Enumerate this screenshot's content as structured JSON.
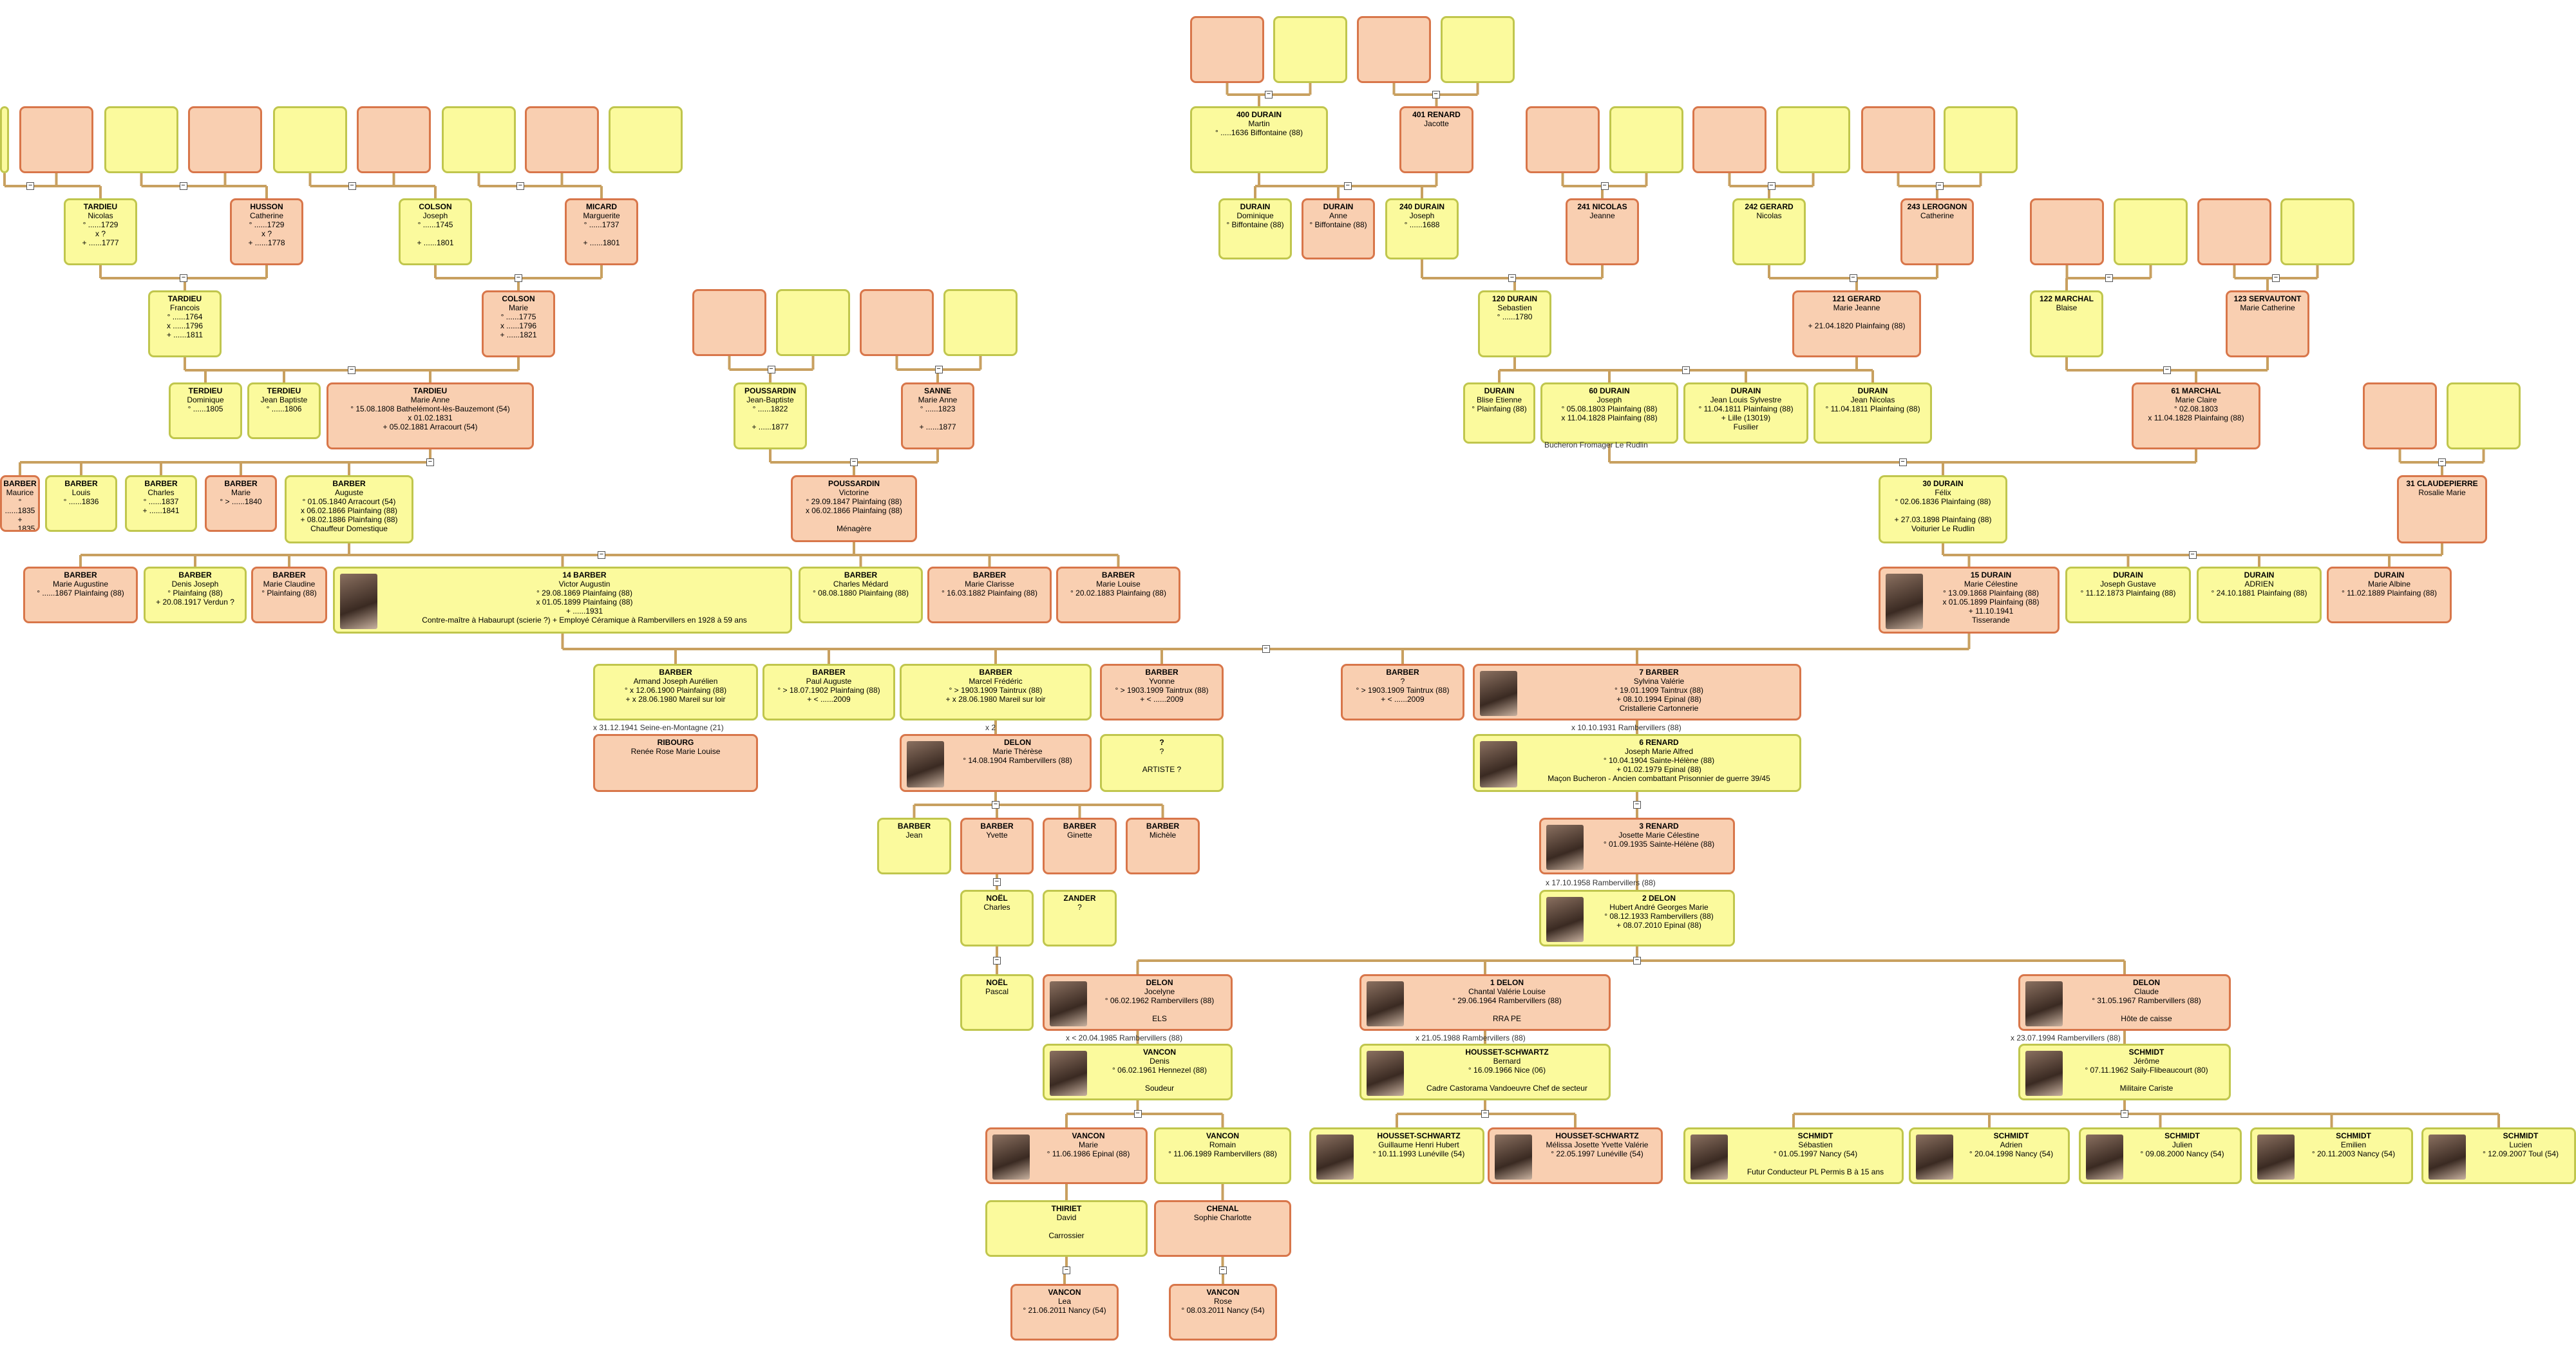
{
  "colors": {
    "male_fill": "#fbfa9d",
    "male_border": "#c0c64d",
    "female_fill": "#f9cfb1",
    "female_border": "#d8764a",
    "link": "#c8a060"
  },
  "toggle_glyph": "−",
  "people": [
    {
      "id": "e1",
      "s": "m",
      "l": [
        "",
        ""
      ]
    },
    {
      "id": "e2",
      "s": "f",
      "l": []
    },
    {
      "id": "e3",
      "s": "m",
      "l": []
    },
    {
      "id": "e4",
      "s": "f",
      "l": []
    },
    {
      "id": "e5",
      "s": "m",
      "l": []
    },
    {
      "id": "e6",
      "s": "f",
      "l": []
    },
    {
      "id": "e7",
      "s": "m",
      "l": []
    },
    {
      "id": "e8",
      "s": "f",
      "l": []
    },
    {
      "id": "e9",
      "s": "m",
      "l": []
    },
    {
      "id": "e10",
      "s": "f",
      "l": []
    },
    {
      "id": "e11",
      "s": "m",
      "l": []
    },
    {
      "id": "e12",
      "s": "f",
      "l": []
    },
    {
      "id": "e13",
      "s": "m",
      "l": []
    },
    {
      "id": "e14",
      "s": "f",
      "l": []
    },
    {
      "id": "e15",
      "s": "m",
      "l": []
    },
    {
      "id": "e16",
      "s": "f",
      "l": []
    },
    {
      "id": "e17",
      "s": "m",
      "l": []
    },
    {
      "id": "e18",
      "s": "f",
      "l": []
    },
    {
      "id": "e19",
      "s": "m",
      "l": []
    },
    {
      "id": "e20",
      "s": "f",
      "l": []
    },
    {
      "id": "e21",
      "s": "m",
      "l": []
    },
    {
      "id": "e22",
      "s": "f",
      "l": []
    },
    {
      "id": "e23",
      "s": "m",
      "l": []
    },
    {
      "id": "e24",
      "s": "f",
      "l": []
    },
    {
      "id": "e25",
      "s": "m",
      "l": []
    },
    {
      "id": "e26",
      "s": "f",
      "l": []
    },
    {
      "id": "e27",
      "s": "m",
      "l": []
    },
    {
      "id": "e28",
      "s": "f",
      "l": []
    },
    {
      "id": "e29",
      "s": "m",
      "l": []
    },
    {
      "id": "e30",
      "s": "f",
      "l": []
    },
    {
      "id": "p480",
      "s": "m",
      "l": [
        "400 DURAIN",
        "Martin",
        "° .....1636 Biffontaine (88)"
      ]
    },
    {
      "id": "p481",
      "s": "f",
      "l": [
        "401 RENARD",
        "Jacotte"
      ]
    },
    {
      "id": "tardieu_n",
      "s": "m",
      "l": [
        "TARDIEU",
        "Nicolas",
        "° ......1729",
        "x ?",
        "+ ......1777"
      ]
    },
    {
      "id": "husson_c",
      "s": "f",
      "l": [
        "HUSSON",
        "Catherine",
        "° ......1729",
        "x ?",
        "+ ......1778"
      ]
    },
    {
      "id": "colson_j",
      "s": "m",
      "l": [
        "COLSON",
        "Joseph",
        "° ......1745",
        "",
        "+ ......1801"
      ]
    },
    {
      "id": "micard_m",
      "s": "f",
      "l": [
        "MICARD",
        "Marguerite",
        "° ......1737",
        "",
        "+ ......1801"
      ]
    },
    {
      "id": "durain_d",
      "s": "m",
      "l": [
        "DURAIN",
        "Dominique",
        "° Biffontaine (88)"
      ]
    },
    {
      "id": "durain_a",
      "s": "f",
      "l": [
        "DURAIN",
        "Anne",
        "° Biffontaine (88)"
      ]
    },
    {
      "id": "p240",
      "s": "m",
      "l": [
        "240 DURAIN",
        "Joseph",
        "° ......1688"
      ]
    },
    {
      "id": "p241",
      "s": "f",
      "l": [
        "241 NICOLAS",
        "Jeanne"
      ]
    },
    {
      "id": "p242",
      "s": "m",
      "l": [
        "242 GERARD",
        "Nicolas"
      ]
    },
    {
      "id": "p243",
      "s": "f",
      "l": [
        "243 LEROGNON",
        "Catherine"
      ]
    },
    {
      "id": "tardieu_f",
      "s": "m",
      "l": [
        "TARDIEU",
        "Francois",
        "° ......1764",
        "x ......1796",
        "+ ......1811"
      ]
    },
    {
      "id": "colson_m",
      "s": "f",
      "l": [
        "COLSON",
        "Marie",
        "° ......1775",
        "x ......1796",
        "+ ......1821"
      ]
    },
    {
      "id": "p120",
      "s": "m",
      "l": [
        "120 DURAIN",
        "Sebastien",
        "° ......1780"
      ]
    },
    {
      "id": "p121",
      "s": "f",
      "l": [
        "121 GERARD",
        "Marie Jeanne",
        "",
        "+ 21.04.1820 Plainfaing (88)"
      ]
    },
    {
      "id": "p122",
      "s": "m",
      "l": [
        "122 MARCHAL",
        "Blaise"
      ]
    },
    {
      "id": "p123",
      "s": "f",
      "l": [
        "123 SERVAUTONT",
        "Marie Catherine"
      ]
    },
    {
      "id": "tardieu_d",
      "s": "m",
      "l": [
        "TERDIEU",
        "Dominique",
        "° ......1805"
      ]
    },
    {
      "id": "tardieu_jb",
      "s": "m",
      "l": [
        "TERDIEU",
        "Jean Baptiste",
        "° ......1806"
      ]
    },
    {
      "id": "tardieu_ma",
      "s": "f",
      "l": [
        "TARDIEU",
        "Marie Anne",
        "° 15.08.1808 Bathelémont-lès-Bauzemont (54)",
        "x 01.02.1831",
        "+ 05.02.1881 Arracourt (54)"
      ]
    },
    {
      "id": "pouss_jb",
      "s": "m",
      "l": [
        "POUSSARDIN",
        "Jean-Baptiste",
        "° ......1822",
        "",
        "+ ......1877"
      ]
    },
    {
      "id": "sanne_ma",
      "s": "f",
      "l": [
        "SANNE",
        "Marie Anne",
        "° ......1823",
        "",
        "+ ......1877"
      ]
    },
    {
      "id": "durain_be",
      "s": "m",
      "l": [
        "DURAIN",
        "Blise Etienne",
        "° Plainfaing (88)"
      ]
    },
    {
      "id": "p60",
      "s": "m",
      "l": [
        "60 DURAIN",
        "Joseph",
        "° 05.08.1803 Plainfaing (88)",
        "x 11.04.1828 Plainfaing (88)"
      ]
    },
    {
      "id": "durain_jls",
      "s": "m",
      "l": [
        "DURAIN",
        "Jean Louis Sylvestre",
        "° 11.04.1811 Plainfaing (88)",
        "+ Lille (13019)",
        "Fusilier"
      ]
    },
    {
      "id": "durain_jn",
      "s": "m",
      "l": [
        "DURAIN",
        "Jean Nicolas",
        "° 11.04.1811 Plainfaing (88)"
      ]
    },
    {
      "id": "p61",
      "s": "f",
      "l": [
        "61 MARCHAL",
        "Marie Claire",
        "° 02.08.1803",
        "x 11.04.1828 Plainfaing (88)"
      ]
    },
    {
      "id": "barber_mau",
      "s": "f",
      "l": [
        "BARBER",
        "Maurice",
        "° ......1835",
        "+ ......1835"
      ]
    },
    {
      "id": "barber_louis",
      "s": "m",
      "l": [
        "BARBER",
        "Louis",
        "° ......1836"
      ]
    },
    {
      "id": "barber_ch",
      "s": "m",
      "l": [
        "BARBER",
        "Charles",
        "° ......1837",
        "+ ......1841"
      ]
    },
    {
      "id": "barber_marie",
      "s": "f",
      "l": [
        "BARBER",
        "Marie",
        "° > ......1840"
      ]
    },
    {
      "id": "barber_aug",
      "s": "m",
      "l": [
        "BARBER",
        "Auguste",
        "° 01.05.1840 Arracourt (54)",
        "x 06.02.1866 Plainfaing (88)",
        "+ 08.02.1886 Plainfaing (88)",
        "Chauffeur Domestique"
      ]
    },
    {
      "id": "pouss_v",
      "s": "f",
      "l": [
        "POUSSARDIN",
        "Victorine",
        "° 29.09.1847 Plainfaing (88)",
        "x 06.02.1866 Plainfaing (88)",
        "",
        "Ménagère"
      ]
    },
    {
      "id": "p30",
      "s": "m",
      "l": [
        "30 DURAIN",
        "Félix",
        "° 02.06.1836 Plainfaing (88)",
        "",
        "+ 27.03.1898 Plainfaing (88)",
        "Voiturier Le Rudlin"
      ]
    },
    {
      "id": "p31",
      "s": "f",
      "l": [
        "31 CLAUDEPIERRE",
        "Rosalie Marie"
      ]
    },
    {
      "id": "barber_maug",
      "s": "f",
      "l": [
        "BARBER",
        "Marie Augustine",
        "° ......1867 Plainfaing (88)"
      ]
    },
    {
      "id": "barber_dj",
      "s": "m",
      "l": [
        "BARBER",
        "Denis Joseph",
        "° Plainfaing (88)",
        "+ 20.08.1917 Verdun ?"
      ]
    },
    {
      "id": "barber_mcl",
      "s": "f",
      "l": [
        "BARBER",
        "Marie Claudine",
        "° Plainfaing (88)"
      ]
    },
    {
      "id": "p14",
      "s": "m",
      "photo": true,
      "l": [
        "14 BARBER",
        "Victor Augustin",
        "° 29.08.1869 Plainfaing (88)",
        "x 01.05.1899 Plainfaing (88)",
        "+ ......1931",
        "Contre-maître à Habaurupt (scierie ?) + Employé Céramique à Rambervillers en 1928 à 59 ans"
      ]
    },
    {
      "id": "barber_chm",
      "s": "m",
      "l": [
        "BARBER",
        "Charles Médard",
        "° 08.08.1880 Plainfaing (88)"
      ]
    },
    {
      "id": "barber_mclar",
      "s": "f",
      "l": [
        "BARBER",
        "Marie Clarisse",
        "° 16.03.1882 Plainfaing (88)"
      ]
    },
    {
      "id": "barber_ml",
      "s": "f",
      "l": [
        "BARBER",
        "Marie Louise",
        "° 20.02.1883 Plainfaing (88)"
      ]
    },
    {
      "id": "p15",
      "s": "f",
      "photo": true,
      "l": [
        "15 DURAIN",
        "Marie Célestine",
        "° 13.09.1868 Plainfaing (88)",
        "x 01.05.1899 Plainfaing (88)",
        "+ 11.10.1941",
        "Tisserande"
      ]
    },
    {
      "id": "durain_jg",
      "s": "m",
      "l": [
        "DURAIN",
        "Joseph Gustave",
        "° 11.12.1873 Plainfaing (88)"
      ]
    },
    {
      "id": "durain_adr",
      "s": "m",
      "l": [
        "DURAIN",
        "ADRIEN",
        "° 24.10.1881 Plainfaing (88)"
      ]
    },
    {
      "id": "durain_mal",
      "s": "f",
      "l": [
        "DURAIN",
        "Marie Albine",
        "° 11.02.1889 Plainfaing (88)"
      ]
    },
    {
      "id": "barber_aja",
      "s": "m",
      "l": [
        "BARBER",
        "Armand Joseph Aurélien",
        "° x 12.06.1900 Plainfaing (88)",
        "+ x 28.06.1980 Mareil sur loir"
      ]
    },
    {
      "id": "barber_pa",
      "s": "m",
      "l": [
        "BARBER",
        "Paul Auguste",
        "° > 18.07.1902 Plainfaing (88)",
        "+ < ......2009"
      ]
    },
    {
      "id": "barber_mf",
      "s": "m",
      "l": [
        "BARBER",
        "Marcel Frédéric",
        "° > 1903.1909 Taintrux (88)",
        "+ x 28.06.1980 Mareil sur loir"
      ]
    },
    {
      "id": "barber_yv",
      "s": "f",
      "l": [
        "BARBER",
        "Yvonne",
        "° > 1903.1909 Taintrux (88)",
        "+ < ......2009"
      ]
    },
    {
      "id": "barber_q",
      "s": "f",
      "l": [
        "BARBER",
        "?",
        "° > 1903.1909 Taintrux (88)",
        "+ < ......2009"
      ]
    },
    {
      "id": "p7",
      "s": "f",
      "photo": true,
      "l": [
        "7 BARBER",
        "Sylvina Valérie",
        "° 19.01.1909 Taintrux (88)",
        "+ 08.10.1994 Epinal (88)",
        "Cristallerie Cartonnerie"
      ]
    },
    {
      "id": "ribourg",
      "s": "f",
      "l": [
        "RIBOURG",
        "Renée Rose Marie Louise"
      ]
    },
    {
      "id": "delon_mt",
      "s": "f",
      "photo": true,
      "l": [
        "DELON",
        "Marie Thérèse",
        "° 14.08.1904 Rambervillers (88)"
      ]
    },
    {
      "id": "unk_art",
      "s": "m",
      "l": [
        "?",
        "?",
        "",
        "ARTISTE ?"
      ]
    },
    {
      "id": "p6",
      "s": "m",
      "photo": true,
      "l": [
        "6 RENARD",
        "Joseph Marie Alfred",
        "° 10.04.1904 Sainte-Hélène (88)",
        "+ 01.02.1979 Epinal (88)",
        "Maçon Bucheron - Ancien combattant Prisonnier de guerre 39/45"
      ]
    },
    {
      "id": "barber_jean",
      "s": "m",
      "l": [
        "BARBER",
        "Jean"
      ]
    },
    {
      "id": "barber_yvt",
      "s": "f",
      "l": [
        "BARBER",
        "Yvette"
      ]
    },
    {
      "id": "barber_gin",
      "s": "f",
      "l": [
        "BARBER",
        "Ginette"
      ]
    },
    {
      "id": "barber_mich",
      "s": "f",
      "l": [
        "BARBER",
        "Michèle"
      ]
    },
    {
      "id": "p3",
      "s": "f",
      "photo": true,
      "l": [
        "3 RENARD",
        "Josette Marie Célestine",
        "° 01.09.1935 Sainte-Hélène (88)"
      ]
    },
    {
      "id": "noel_ch",
      "s": "m",
      "l": [
        "NOËL",
        "Charles"
      ]
    },
    {
      "id": "zander",
      "s": "m",
      "l": [
        "ZANDER",
        "?"
      ]
    },
    {
      "id": "p2",
      "s": "m",
      "photo": true,
      "l": [
        "2 DELON",
        "Hubert André Georges Marie",
        "° 08.12.1933 Rambervillers (88)",
        "+ 08.07.2010 Epinal (88)"
      ]
    },
    {
      "id": "noel_pa",
      "s": "m",
      "l": [
        "NOËL",
        "Pascal"
      ]
    },
    {
      "id": "delon_joc",
      "s": "f",
      "photo": true,
      "l": [
        "DELON",
        "Jocelyne",
        "° 06.02.1962 Rambervillers (88)",
        "",
        "ELS"
      ]
    },
    {
      "id": "p1",
      "s": "f",
      "photo": true,
      "l": [
        "1 DELON",
        "Chantal Valérie Louise",
        "° 29.06.1964 Rambervillers (88)",
        "",
        "RRA PE"
      ]
    },
    {
      "id": "delon_cl",
      "s": "f",
      "photo": true,
      "l": [
        "DELON",
        "Claude",
        "° 31.05.1967 Rambervillers (88)",
        "",
        "Hôte de caisse"
      ]
    },
    {
      "id": "vancon_d",
      "s": "m",
      "photo": true,
      "l": [
        "VANCON",
        "Denis",
        "° 06.02.1961 Hennezel (88)",
        "",
        "Soudeur"
      ]
    },
    {
      "id": "housset_b",
      "s": "m",
      "photo": true,
      "l": [
        "HOUSSET-SCHWARTZ",
        "Bernard",
        "° 16.09.1966 Nice (06)",
        "",
        "Cadre Castorama Vandoeuvre Chef de secteur"
      ]
    },
    {
      "id": "schmidt_j",
      "s": "m",
      "photo": true,
      "l": [
        "SCHMIDT",
        "Jérôme",
        "° 07.11.1962 Saily-Flibeaucourt (80)",
        "",
        "Militaire Cariste"
      ]
    },
    {
      "id": "vancon_m",
      "s": "f",
      "photo": true,
      "l": [
        "VANCON",
        "Marie",
        "° 11.06.1986 Epinal (88)"
      ]
    },
    {
      "id": "vancon_r",
      "s": "m",
      "l": [
        "VANCON",
        "Romain",
        "° 11.06.1989 Rambervillers (88)"
      ]
    },
    {
      "id": "housset_g",
      "s": "m",
      "photo": true,
      "l": [
        "HOUSSET-SCHWARTZ",
        "Guillaume Henri Hubert",
        "° 10.11.1993 Lunéville (54)"
      ]
    },
    {
      "id": "housset_mj",
      "s": "f",
      "photo": true,
      "l": [
        "HOUSSET-SCHWARTZ",
        "Mélissa Josette Yvette Valérie",
        "° 22.05.1997 Lunéville (54)"
      ]
    },
    {
      "id": "schmidt_s",
      "s": "m",
      "photo": true,
      "l": [
        "SCHMIDT",
        "Sébastien",
        "° 01.05.1997 Nancy (54)",
        "",
        "Futur Conducteur PL Permis B à 15 ans"
      ]
    },
    {
      "id": "schmidt_a",
      "s": "m",
      "photo": true,
      "l": [
        "SCHMIDT",
        "Adrien",
        "° 20.04.1998 Nancy (54)"
      ]
    },
    {
      "id": "schmidt_ju",
      "s": "m",
      "photo": true,
      "l": [
        "SCHMIDT",
        "Julien",
        "° 09.08.2000 Nancy (54)"
      ]
    },
    {
      "id": "schmidt_e",
      "s": "m",
      "photo": true,
      "l": [
        "SCHMIDT",
        "Emilien",
        "° 20.11.2003 Nancy (54)"
      ]
    },
    {
      "id": "schmidt_l",
      "s": "m",
      "photo": true,
      "l": [
        "SCHMIDT",
        "Lucien",
        "° 12.09.2007 Toul (54)"
      ]
    },
    {
      "id": "thiriet_d",
      "s": "m",
      "l": [
        "THIRIET",
        "David",
        "",
        "Carrossier"
      ]
    },
    {
      "id": "chenal_sc",
      "s": "f",
      "l": [
        "CHENAL",
        "Sophie Charlotte"
      ]
    },
    {
      "id": "vancon_lea",
      "s": "f",
      "l": [
        "VANCON",
        "Lea",
        "° 21.06.2011 Nancy (54)"
      ]
    },
    {
      "id": "vancon_rose",
      "s": "f",
      "l": [
        "VANCON",
        "Rose",
        "° 08.03.2011 Nancy (54)"
      ]
    }
  ],
  "labels": [
    {
      "id": "lb1",
      "t": "Bucheron Fromager Le Rudlin"
    },
    {
      "id": "lb2",
      "t": "x 31.12.1941 Seine-en-Montagne (21)"
    },
    {
      "id": "lb3",
      "t": "x 2"
    },
    {
      "id": "lb4",
      "t": "x 10.10.1931 Rambervillers (88)"
    },
    {
      "id": "lb5",
      "t": "x 17.10.1958 Rambervillers (88)"
    },
    {
      "id": "lb6",
      "t": "x < 20.04.1985 Rambervillers (88)"
    },
    {
      "id": "lb7",
      "t": "x 21.05.1988 Rambervillers (88)"
    },
    {
      "id": "lb8",
      "t": "x 23.07.1994 Rambervillers (88)"
    }
  ]
}
